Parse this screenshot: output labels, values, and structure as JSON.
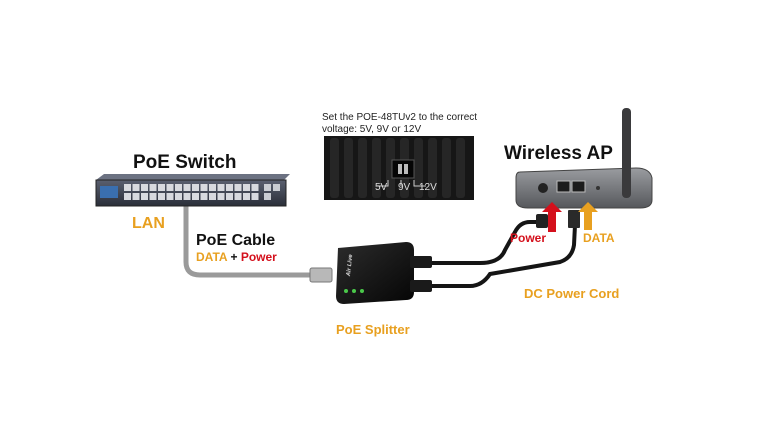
{
  "labels": {
    "poe_switch": "PoE Switch",
    "lan": "LAN",
    "poe_cable": "PoE Cable",
    "cable_data": "DATA",
    "cable_plus": "+",
    "cable_power": "Power",
    "wireless_ap": "Wireless AP",
    "ap_power": "Power",
    "ap_data": "DATA",
    "dc_power_cord": "DC Power Cord",
    "poe_splitter": "PoE Splitter",
    "splitter_brand": "Air Live",
    "note_line1": "Set the POE-48TUv2 to the correct",
    "note_line2": "voltage: 5V, 9V or 12V",
    "volt_5": "5V",
    "volt_9": "9V",
    "volt_12": "12V"
  },
  "colors": {
    "orange": "#e8a020",
    "red": "#d4101c",
    "cable_gray": "#9a9a9a",
    "cable_black": "#151515"
  }
}
